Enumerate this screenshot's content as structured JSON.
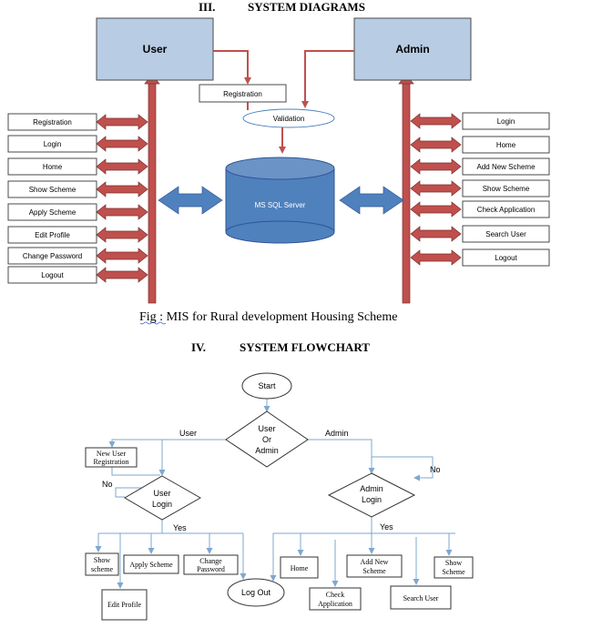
{
  "sections": {
    "diagrams_num": "III.",
    "diagrams_title": "SYSTEM DIAGRAMS",
    "flowchart_num": "IV.",
    "flowchart_title": "SYSTEM FLOWCHART"
  },
  "diagram": {
    "user": "User",
    "admin": "Admin",
    "registration": "Registration",
    "validation": "Validation",
    "database": "MS SQL Server",
    "user_items": [
      "Registration",
      "Login",
      "Home",
      "Show Scheme",
      "Apply Scheme",
      "Edit Profile",
      "Change Password",
      "Logout"
    ],
    "admin_items": [
      "Login",
      "Home",
      "Add New Scheme",
      "Show Scheme",
      "Check Application",
      "Search User",
      "Logout"
    ],
    "caption": "Fig : MIS for Rural development Housing Scheme"
  },
  "flowchart": {
    "start": "Start",
    "decision": [
      "User",
      "Or",
      "Admin"
    ],
    "user_branch": "User",
    "admin_branch": "Admin",
    "new_user": [
      "New User",
      "Registration"
    ],
    "user_login": [
      "User",
      "Login"
    ],
    "admin_login": [
      "Admin",
      "Login"
    ],
    "no1": "No",
    "no2": "No",
    "yes1": "Yes",
    "yes2": "Yes",
    "show_scheme": [
      "Show",
      "scheme"
    ],
    "apply_scheme": "Apply Scheme",
    "change_password": [
      "Change",
      "Password"
    ],
    "edit_profile": "Edit Profile",
    "logout": "Log Out",
    "home": "Home",
    "check_application": [
      "Check",
      "Application"
    ],
    "add_new_scheme": [
      "Add New",
      "Scheme"
    ],
    "search_user": "Search User",
    "admin_show_scheme": [
      "Show",
      "Scheme"
    ]
  },
  "colors": {
    "box_fill": "#b8cce4",
    "cylinder": "#4f81bd",
    "arrow_red": "#c0504d",
    "arrow_blue": "#4f81bd",
    "line_blue": "#7fa7cf"
  }
}
